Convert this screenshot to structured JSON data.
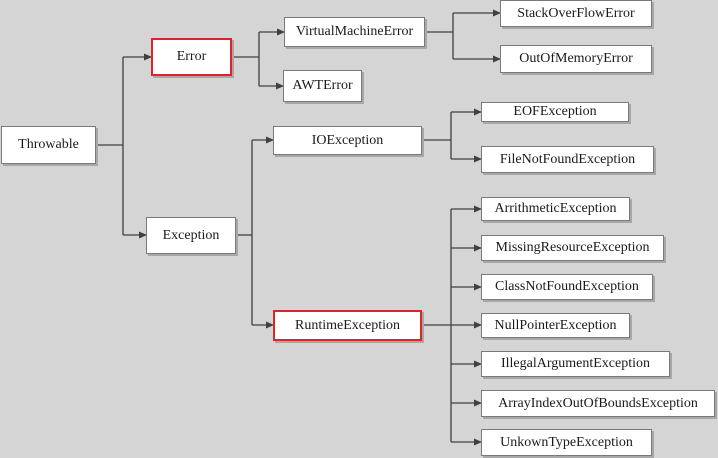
{
  "diagram": {
    "highlight_color": "#d8262b",
    "nodes": {
      "throwable": "Throwable",
      "error": "Error",
      "exception": "Exception",
      "virtual_machine_error": "VirtualMachineError",
      "awt_error": "AWTError",
      "stack_overflow_error": "StackOverFlowError",
      "out_of_memory_error": "OutOfMemoryError",
      "io_exception": "IOException",
      "eof_exception": "EOFException",
      "file_not_found_exception": "FileNotFoundException",
      "runtime_exception": "RuntimeException",
      "arithmetic_exception": "ArrithmeticException",
      "missing_resource_exception": "MissingResourceException",
      "class_not_found_exception": "ClassNotFoundException",
      "null_pointer_exception": "NullPointerException",
      "illegal_argument_exception": "IllegalArgumentException",
      "array_index_out_of_bounds_exception": "ArrayIndexOutOfBoundsException",
      "unknown_type_exception": "UnkownTypeException"
    },
    "highlighted": [
      "error",
      "runtime_exception"
    ]
  }
}
